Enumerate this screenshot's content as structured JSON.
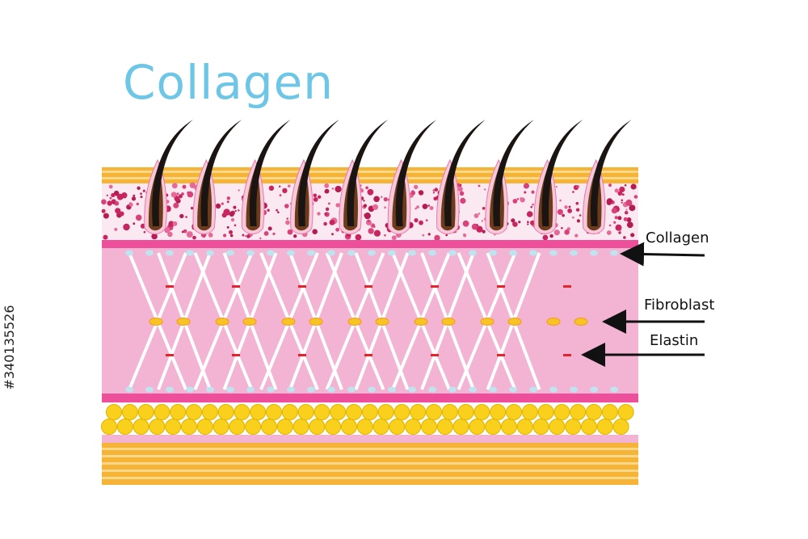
{
  "title": "Collagen",
  "labels": {
    "collagen": "Collagen",
    "fibroblast": "Fibroblast",
    "elastin": "Elastin"
  },
  "stock_id": "#340135526",
  "colors": {
    "title": "#6ec6e6",
    "epidermis_band": "#f6b436",
    "dermis": "#f2b4d2",
    "membrane": "#ee4f9b",
    "collagen_fiber": "#ffffff",
    "fibroblast": "#f7c325",
    "elastin": "#e3242b",
    "fat_cell": "#f9d01c",
    "hair": "#3a2a22",
    "arrow": "#111111"
  },
  "icons": [
    "hair-follicle-icon",
    "fat-cell-icon",
    "fibroblast-icon",
    "arrow-icon"
  ]
}
